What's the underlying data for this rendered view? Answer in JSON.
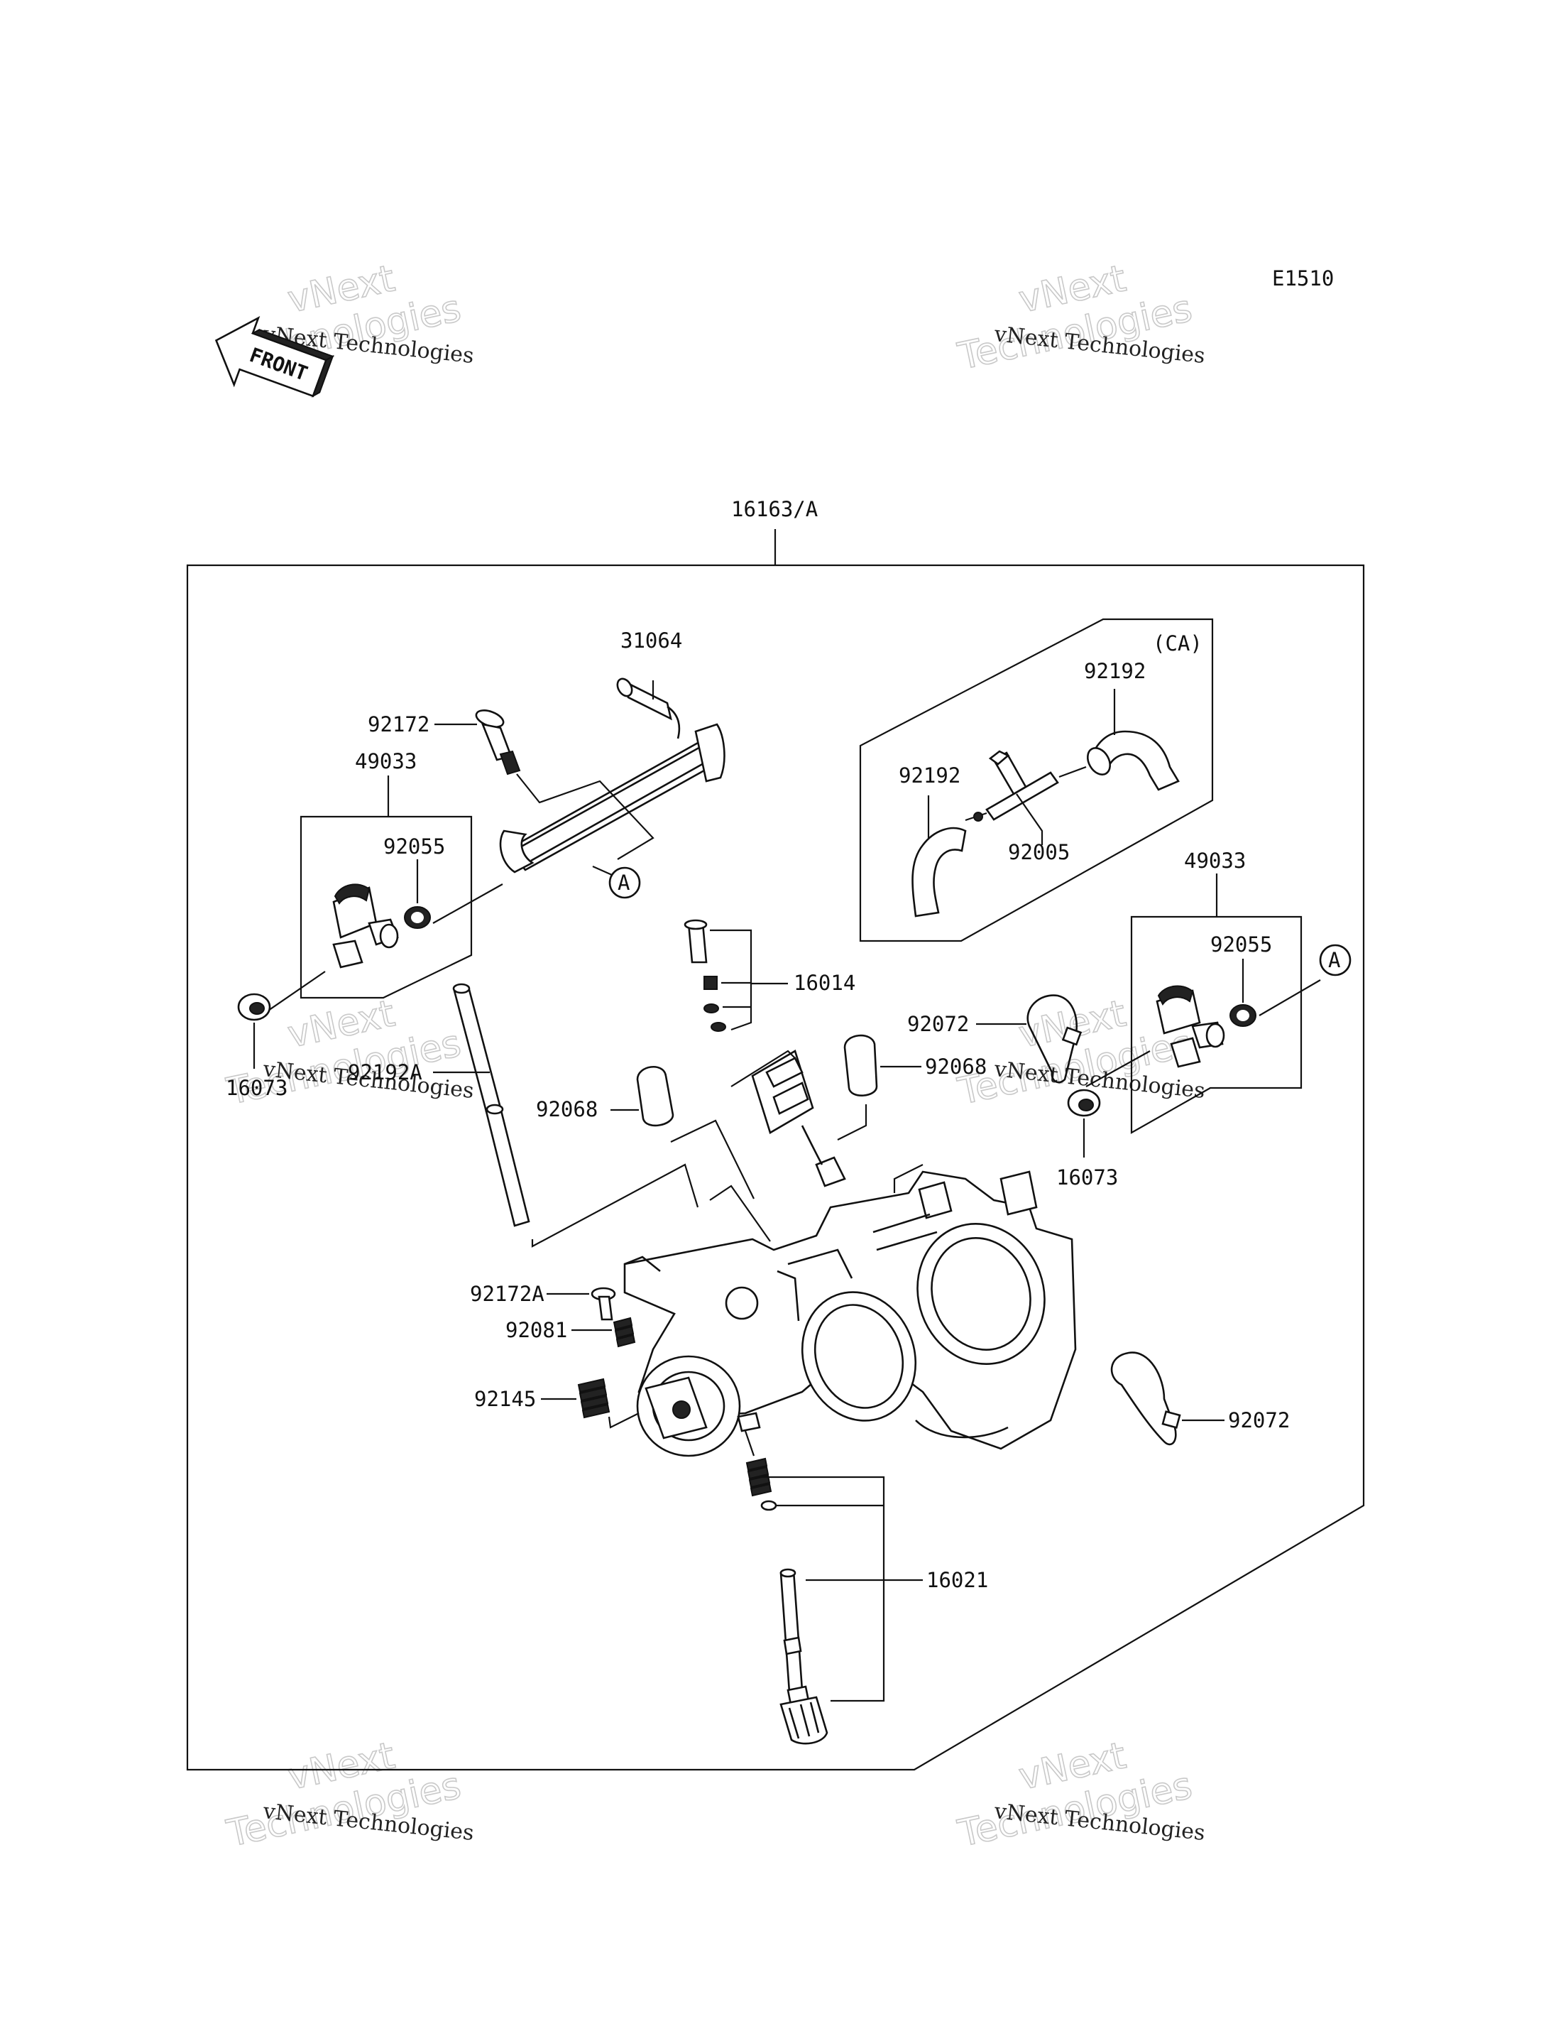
{
  "diagram": {
    "code": "E1510",
    "front_marker": "FRONT",
    "assembly_label": "16163/A",
    "variant_label": "(CA)",
    "reference_marker": "A",
    "parts": {
      "p31064": "31064",
      "p92172": "92172",
      "p49033_left": "49033",
      "p92055_left": "92055",
      "p16073_left": "16073",
      "p92192A": "92192A",
      "p92192_right": "92192",
      "p92192_left": "92192",
      "p92005": "92005",
      "p49033_right": "49033",
      "p92055_right": "92055",
      "p16014": "16014",
      "p92072_top": "92072",
      "p92068_right": "92068",
      "p92068_left": "92068",
      "p16073_right": "16073",
      "p92172A": "92172A",
      "p92081": "92081",
      "p92145": "92145",
      "p92072_bottom": "92072",
      "p16021": "16021"
    }
  },
  "watermark": {
    "line1": "vNext Technologies",
    "line2": "vNext",
    "line3": "Technologies"
  }
}
